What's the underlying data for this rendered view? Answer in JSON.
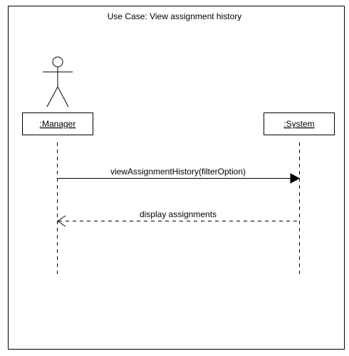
{
  "diagram": {
    "title": "Use Case: View assignment history",
    "participants": [
      {
        "label": ":Manager",
        "kind": "actor"
      },
      {
        "label": ":System",
        "kind": "object"
      }
    ],
    "messages": [
      {
        "label": "viewAssignmentHistory(filterOption)",
        "type": "synchronous-call",
        "from": ":Manager",
        "to": ":System"
      },
      {
        "label": "display assignments",
        "type": "return",
        "from": ":System",
        "to": ":Manager"
      }
    ],
    "colors": {
      "stroke": "#000000",
      "background": "#ffffff"
    }
  }
}
